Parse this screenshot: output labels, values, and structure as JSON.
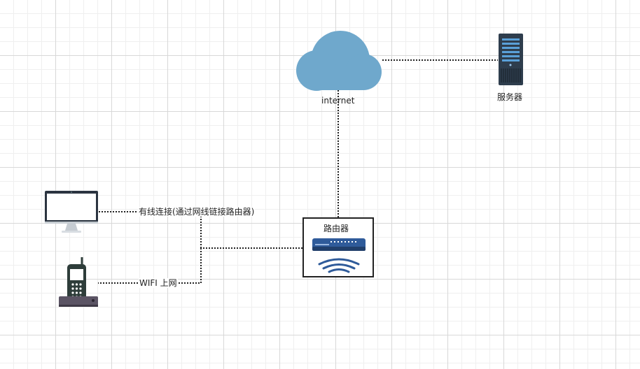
{
  "nodes": {
    "cloud": {
      "label": "internet",
      "icon": "cloud-icon",
      "color": "#6fa8cc"
    },
    "server": {
      "label": "服务器",
      "icon": "server-icon",
      "color": "#2e3d4d"
    },
    "router": {
      "label": "路由器",
      "icon": "router-icon",
      "color": "#2f5b9a"
    },
    "computer": {
      "icon": "monitor-icon"
    },
    "phone": {
      "icon": "mobile-phone-icon"
    }
  },
  "edges": {
    "wired_label": "有线连接(通过网线链接路由器)",
    "wifi_label": "WIFI 上网"
  },
  "colors": {
    "connector": "#222222",
    "grid_major": "#d8d8d8",
    "grid_minor": "#efefef"
  }
}
